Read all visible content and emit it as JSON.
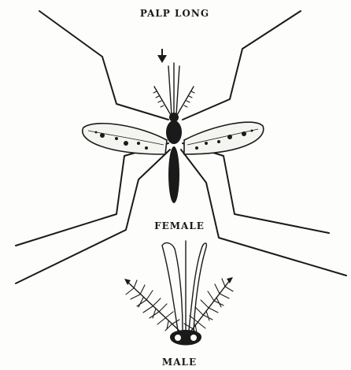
{
  "labels": {
    "top": "PALP LONG",
    "female": "FEMALE",
    "male": "MALE"
  },
  "colors": {
    "ink": "#1a1a1a",
    "paper": "#fdfdfc"
  }
}
